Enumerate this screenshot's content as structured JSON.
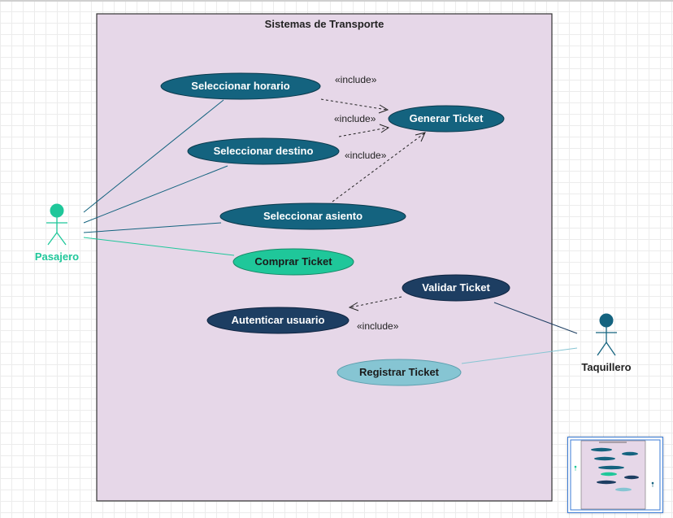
{
  "system": {
    "title": "Sistemas de Transporte"
  },
  "actors": {
    "pasajero": {
      "label": "Pasajero",
      "color": "#1fc79a"
    },
    "taquillero": {
      "label": "Taquillero",
      "color": "#14637f"
    }
  },
  "use_cases": {
    "seleccionar_horario": "Seleccionar horario",
    "seleccionar_destino": "Seleccionar destino",
    "seleccionar_asiento": "Seleccionar asiento",
    "generar_ticket": "Generar Ticket",
    "comprar_ticket": "Comprar Ticket",
    "validar_ticket": "Validar Ticket",
    "autenticar_usuario": "Autenticar usuario",
    "registrar_ticket": "Registrar Ticket"
  },
  "relations": {
    "include_1": "«include»",
    "include_2": "«include»",
    "include_3": "«include»",
    "include_4": "«include»"
  },
  "colors": {
    "system_fill": "#e6d7e8",
    "primary_usecase": "#14637f",
    "dark_usecase": "#1d3e62",
    "green_usecase": "#1fc79a",
    "light_usecase": "#86c5d3"
  }
}
